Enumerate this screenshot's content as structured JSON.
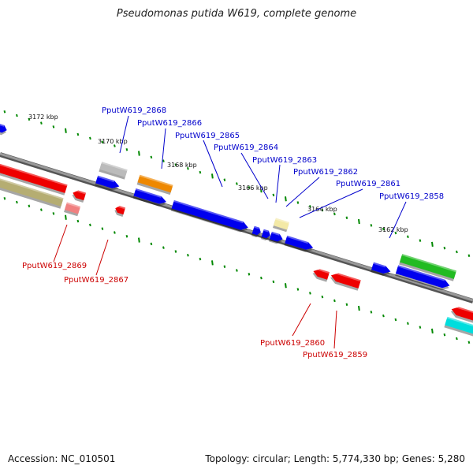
{
  "title": "Pseudomonas putida W619, complete genome",
  "footer": {
    "accession": "Accession: NC_010501",
    "topology": "Topology: circular; Length: 5,774,330 bp; Genes: 5,280"
  },
  "colors": {
    "blue": "#0000ee",
    "red": "#ee0000",
    "green": "#22bb22",
    "cyan": "#00dddd",
    "olive": "#b5ad72",
    "orange": "#ee8800",
    "gray": "#bbbbbb",
    "pink": "#f08080",
    "paleyellow": "#f3e9a6",
    "backbone": "#888888",
    "tick": "#008800"
  },
  "scale_labels": [
    "3172 kbp",
    "3170 kbp",
    "3168 kbp",
    "3166 kbp",
    "3164 kbp",
    "3162 kbp"
  ],
  "top_labels": [
    "PputW619_2868",
    "PputW619_2866",
    "PputW619_2865",
    "PputW619_2864",
    "PputW619_2863",
    "PputW619_2862",
    "PputW619_2861",
    "PputW619_2858"
  ],
  "bottom_labels": [
    "PputW619_2869",
    "PputW619_2867",
    "PputW619_2860",
    "PputW619_2859"
  ]
}
